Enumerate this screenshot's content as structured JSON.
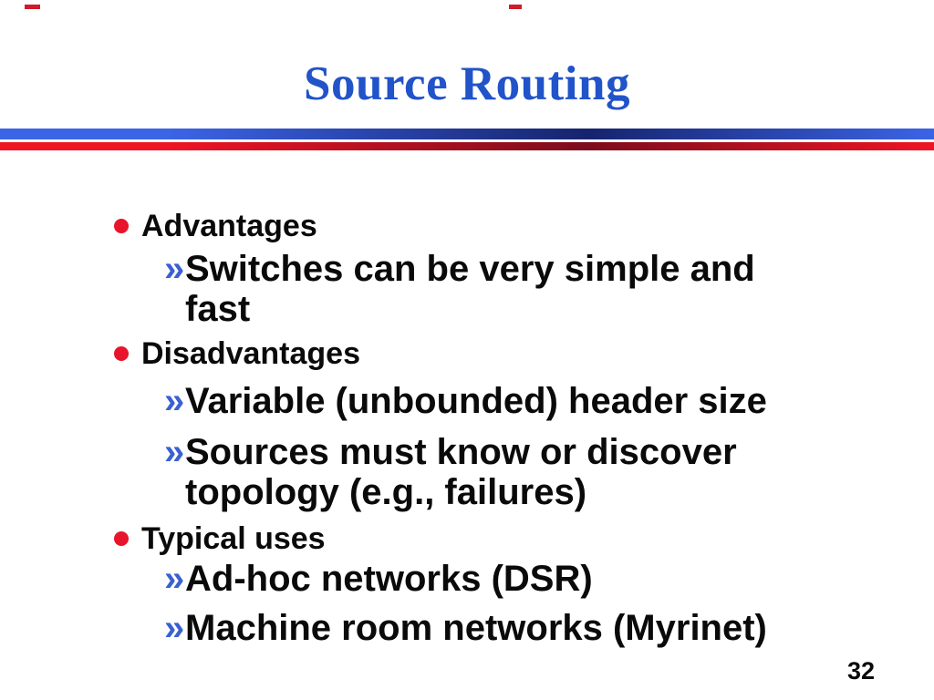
{
  "slide": {
    "title": "Source Routing",
    "page_number": "32",
    "markers": {
      "level1": "dot",
      "level2": "»"
    },
    "bullets": [
      {
        "level": 1,
        "text": "Advantages"
      },
      {
        "level": 2,
        "text": "Switches can be very simple and fast"
      },
      {
        "level": 1,
        "text": "Disadvantages"
      },
      {
        "level": 2,
        "text": "Variable (unbounded) header size"
      },
      {
        "level": 2,
        "text": "Sources must know or discover topology (e.g., failures)"
      },
      {
        "level": 1,
        "text": "Typical uses"
      },
      {
        "level": 2,
        "text": "Ad-hoc networks (DSR)"
      },
      {
        "level": 2,
        "text": "Machine room networks (Myrinet)"
      }
    ],
    "colors": {
      "title_blue": "#2153c9",
      "text_black": "#0a0a0a",
      "bullet_red": "#e8142b",
      "guillemet_blue": "#3a60d2",
      "bar_blue_bright": "#3b64e6",
      "bar_blue_dark": "#16246e",
      "bar_red_bright": "#ee1424",
      "bar_red_dark": "#7c0d1c"
    }
  }
}
